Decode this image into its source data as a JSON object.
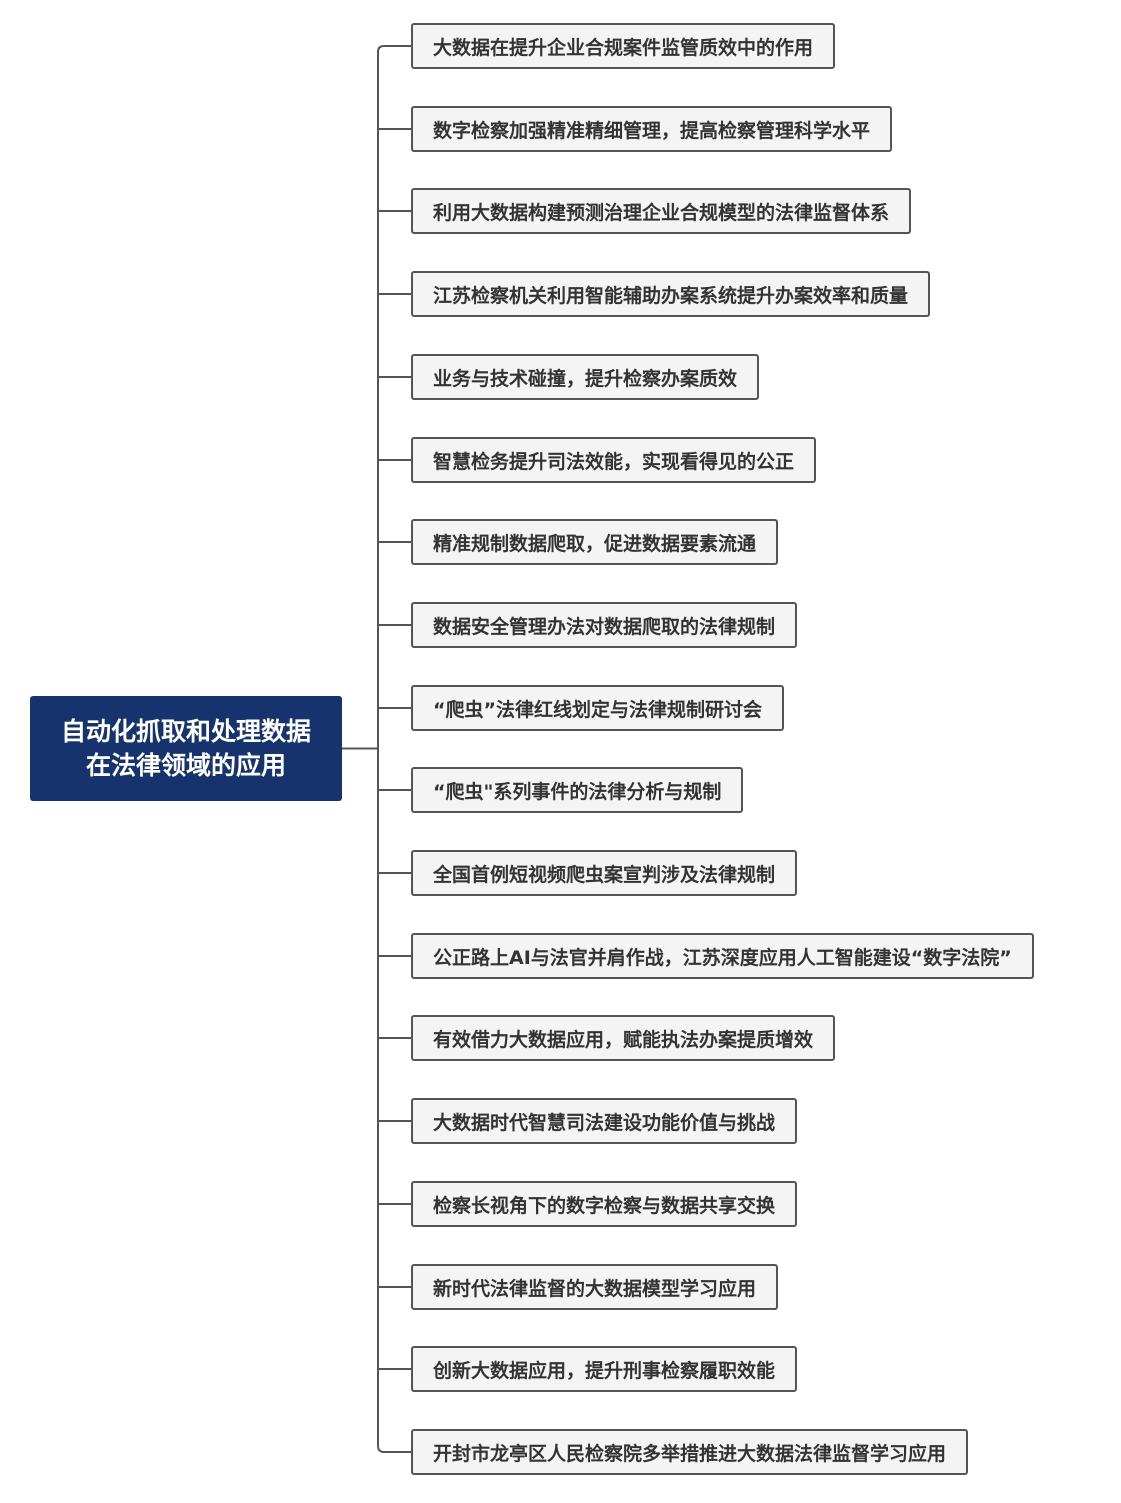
{
  "mindmap": {
    "root": {
      "lines": [
        "自动化抓取和处理数据",
        "在法律领域的应用"
      ]
    },
    "children": [
      "大数据在提升企业合规案件监管质效中的作用",
      "数字检察加强精准精细管理，提高检察管理科学水平",
      "利用大数据构建预测治理企业合规模型的法律监督体系",
      "江苏检察机关利用智能辅助办案系统提升办案效率和质量",
      "业务与技术碰撞，提升检察办案质效",
      "智慧检务提升司法效能，实现看得见的公正",
      "精准规制数据爬取，促进数据要素流通",
      "数据安全管理办法对数据爬取的法律规制",
      "“爬虫”法律红线划定与法律规制研讨会",
      "“爬虫\"系列事件的法律分析与规制",
      "全国首例短视频爬虫案宣判涉及法律规制",
      "公正路上AI与法官并肩作战，江苏深度应用人工智能建设“数字法院”",
      "有效借力大数据应用，赋能执法办案提质增效",
      "大数据时代智慧司法建设功能价值与挑战",
      "检察长视角下的数字检察与数据共享交换",
      "新时代法律监督的大数据模型学习应用",
      "创新大数据应用，提升刑事检察履职效能",
      "开封市龙亭区人民检察院多举措推进大数据法律监督学习应用"
    ]
  },
  "colors": {
    "root_fill": "#17336e",
    "root_text": "#ffffff",
    "child_fill": "#f4f4f4",
    "child_border": "#555555",
    "child_text": "#333333",
    "connector": "#555555"
  }
}
